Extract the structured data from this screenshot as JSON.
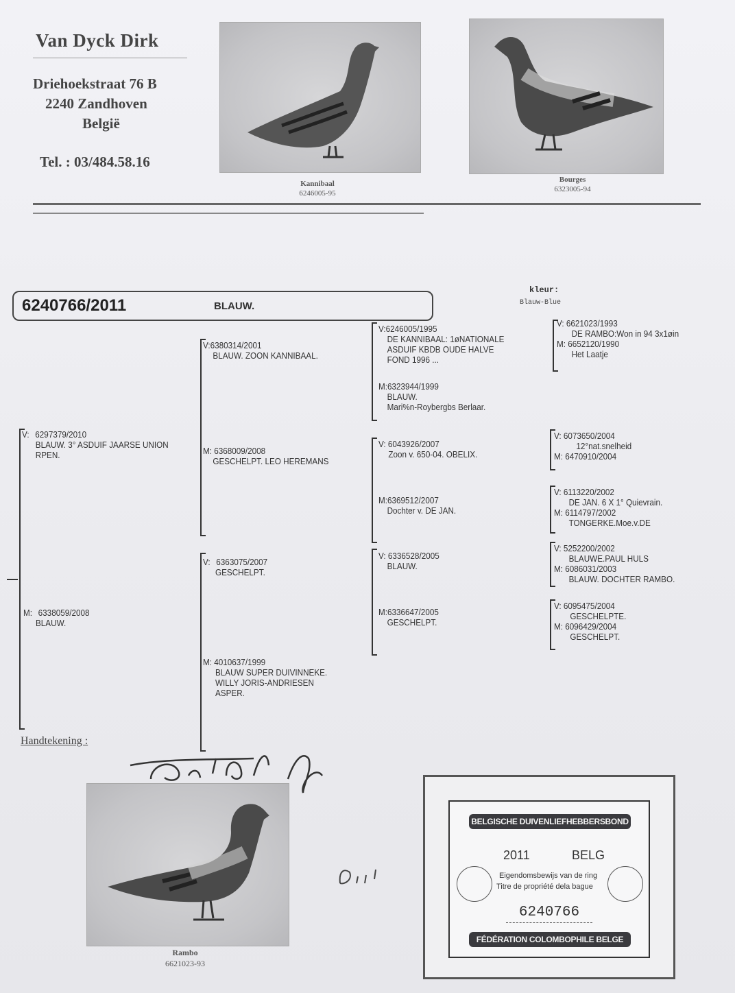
{
  "breeder": {
    "name": "Van Dyck Dirk",
    "street": "Driehoekstraat 76 B",
    "city": "2240 Zandhoven",
    "country": "België",
    "phone": "Tel. : 03/484.58.16"
  },
  "photos": {
    "top_left": {
      "name": "Kannibaal",
      "ring": "6246005-95"
    },
    "top_right": {
      "name": "Bourges",
      "ring": "6323005-94"
    },
    "bottom": {
      "name": "Rambo",
      "ring": "6621023-93"
    }
  },
  "header": {
    "ring": "6240766/2011",
    "color": "BLAUW.",
    "kleur_label": "kleur:",
    "kleur_value": "Blauw-Blue"
  },
  "pedigree": {
    "g1_father": {
      "prefix": "V:",
      "lines": [
        "6297379/2010",
        "BLAUW. 3° ASDUIF JAARSE UNION",
        "RPEN."
      ]
    },
    "g1_mother": {
      "prefix": "M:",
      "lines": [
        "6338059/2008",
        "BLAUW."
      ]
    },
    "g2_ff": {
      "prefix": "V:",
      "lines": [
        "6380314/2001",
        "BLAUW. ZOON KANNIBAAL."
      ]
    },
    "g2_fm": {
      "prefix": "M:",
      "lines": [
        "6368009/2008",
        "GESCHELPT. LEO HEREMANS"
      ]
    },
    "g2_mf": {
      "prefix": "V:",
      "lines": [
        "6363075/2007",
        "GESCHELPT."
      ]
    },
    "g2_mm": {
      "prefix": "M:",
      "lines": [
        "4010637/1999",
        "BLAUW SUPER DUIVINNEKE.",
        "WILLY JORIS-ANDRIESEN",
        "ASPER."
      ]
    },
    "g3_fff": {
      "prefix": "V:",
      "lines": [
        "6246005/1995",
        "DE KANNIBAAL: 1øNATIONALE",
        "ASDUIF KBDB OUDE HALVE",
        "FOND 1996 ..."
      ]
    },
    "g3_ffm": {
      "prefix": "M:",
      "lines": [
        "6323944/1999",
        "BLAUW.",
        "Mari%n-Roybergbs Berlaar."
      ]
    },
    "g3_fmf": {
      "prefix": "V:",
      "lines": [
        "6043926/2007",
        "Zoon v. 650-04. OBELIX."
      ]
    },
    "g3_fmm": {
      "prefix": "M:",
      "lines": [
        "6369512/2007",
        "Dochter v. DE JAN."
      ]
    },
    "g3_mff": {
      "prefix": "V:",
      "lines": [
        "6336528/2005",
        "BLAUW."
      ]
    },
    "g3_mfm": {
      "prefix": "M:",
      "lines": [
        "6336647/2005",
        "GESCHELPT."
      ]
    },
    "g4_a": {
      "v": "V:",
      "vlines": [
        "6621023/1993",
        "DE RAMBO:Won in 94 3x1øin"
      ],
      "m": "M:",
      "mlines": [
        "6652120/1990",
        "Het Laatje"
      ]
    },
    "g4_b": {
      "v": "V:",
      "vlines": [
        "6073650/2004",
        "12°nat.snelheid"
      ],
      "m": "M:",
      "mlines": [
        "6470910/2004"
      ]
    },
    "g4_c": {
      "v": "V:",
      "vlines": [
        "6113220/2002",
        "DE JAN. 6 X 1° Quievrain."
      ],
      "m": "M:",
      "mlines": [
        "6114797/2002",
        "TONGERKE.Moe.v.DE"
      ]
    },
    "g4_d": {
      "v": "V:",
      "vlines": [
        "5252200/2002",
        "BLAUWE.PAUL HULS"
      ],
      "m": "M:",
      "mlines": [
        "6086031/2003",
        "BLAUW. DOCHTER RAMBO."
      ]
    },
    "g4_e": {
      "v": "V:",
      "vlines": [
        "6095475/2004",
        "GESCHELPTE."
      ],
      "m": "M:",
      "mlines": [
        "6096429/2004",
        "GESCHELPT."
      ]
    }
  },
  "signature": {
    "label": "Handtekening :"
  },
  "ring_card": {
    "federation_nl": "BELGISCHE DUIVENLIEFHEBBERSBOND",
    "year": "2011",
    "country": "BELG",
    "line1": "Eigendomsbewijs van de ring",
    "line2": "Titre de propriété dela bague",
    "ring_no": "6240766",
    "federation_fr": "FÉDÉRATION COLOMBOPHILE BELGE"
  },
  "colors": {
    "ink": "#333333",
    "paper": "#eeeef2",
    "banner": "#3a3a3e"
  }
}
